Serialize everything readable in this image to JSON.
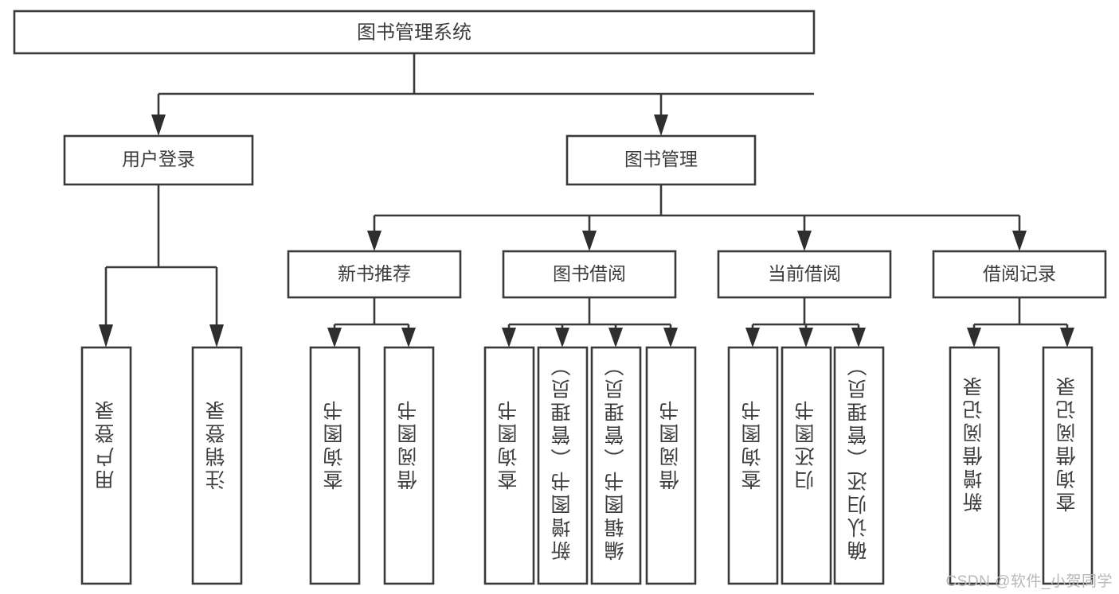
{
  "diagram": {
    "type": "tree",
    "title": "图书管理系统",
    "orientation": "top-down",
    "root": {
      "label": "图书管理系统"
    },
    "level2": [
      {
        "label": "用户登录"
      },
      {
        "label": "图书管理"
      }
    ],
    "level3": [
      {
        "label": "新书推荐"
      },
      {
        "label": "图书借阅"
      },
      {
        "label": "当前借阅"
      },
      {
        "label": "借阅记录"
      }
    ],
    "leaves": {
      "user_login": [
        {
          "label": "用户登录"
        },
        {
          "label": "注销登录"
        }
      ],
      "new_book_recommend": [
        {
          "label": "查询图书"
        },
        {
          "label": "借阅图书"
        }
      ],
      "book_borrow": [
        {
          "label": "查询图书"
        },
        {
          "label": "新增图书（管理员）"
        },
        {
          "label": "编辑图书（管理员）"
        },
        {
          "label": "借阅图书"
        }
      ],
      "current_borrow": [
        {
          "label": "查询图书"
        },
        {
          "label": "归还图书"
        },
        {
          "label": "确认归还（管理员）"
        }
      ],
      "borrow_record": [
        {
          "label": "新增借阅记录"
        },
        {
          "label": "查询借阅记录"
        }
      ]
    }
  },
  "watermark": {
    "text": "CSDN @软件_小贺同学"
  },
  "colors": {
    "box_stroke": "#393939",
    "box_fill": "#ffffff",
    "text": "#3d3d3d",
    "connector": "#393939",
    "watermark": "#b8b8b8",
    "background": "#ffffff"
  }
}
